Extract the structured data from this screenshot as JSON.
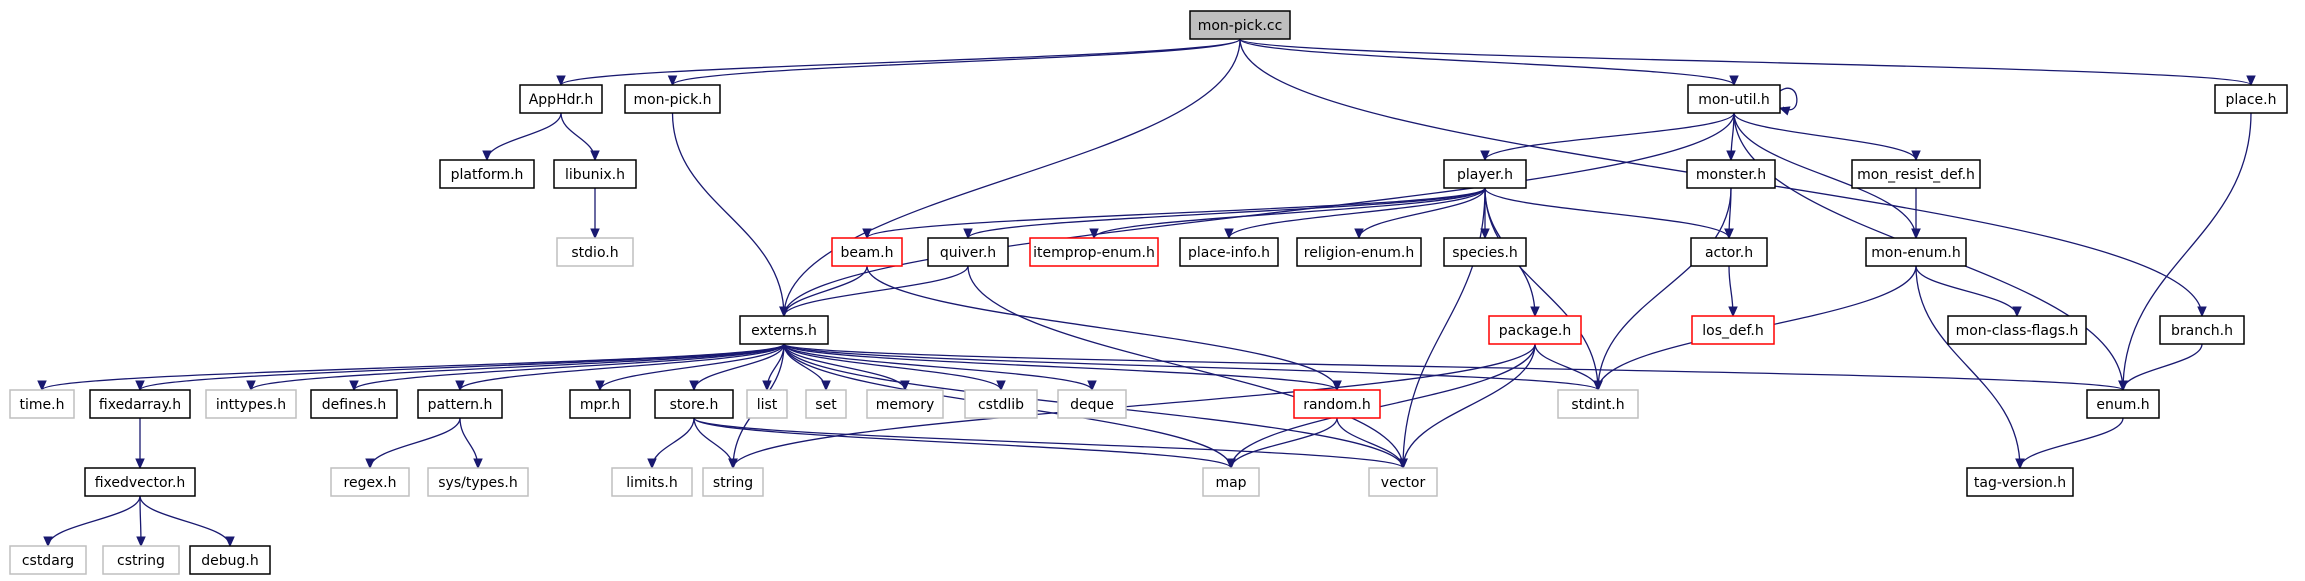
{
  "colors": {
    "edge": "#191970",
    "node_border": "#000000",
    "root_fill": "#bfbfbf",
    "external_border": "#bfbfbf",
    "truncated_border": "#ff0000"
  },
  "nodes": {
    "mon_pick_cc": "mon-pick.cc",
    "apphdr_h": "AppHdr.h",
    "mon_pick_h": "mon-pick.h",
    "mon_util_h": "mon-util.h",
    "place_h": "place.h",
    "platform_h": "platform.h",
    "libunix_h": "libunix.h",
    "stdio_h": "stdio.h",
    "player_h": "player.h",
    "monster_h": "monster.h",
    "mon_resist_def_h": "mon_resist_def.h",
    "beam_h": "beam.h",
    "quiver_h": "quiver.h",
    "itemprop_enum_h": "itemprop-enum.h",
    "place_info_h": "place-info.h",
    "religion_enum_h": "religion-enum.h",
    "species_h": "species.h",
    "actor_h": "actor.h",
    "mon_enum_h": "mon-enum.h",
    "externs_h": "externs.h",
    "package_h": "package.h",
    "los_def_h": "los_def.h",
    "mon_class_flags_h": "mon-class-flags.h",
    "branch_h": "branch.h",
    "time_h": "time.h",
    "fixedarray_h": "fixedarray.h",
    "inttypes_h": "inttypes.h",
    "defines_h": "defines.h",
    "pattern_h": "pattern.h",
    "mpr_h": "mpr.h",
    "store_h": "store.h",
    "list": "list",
    "set": "set",
    "memory": "memory",
    "cstdlib": "cstdlib",
    "deque": "deque",
    "random_h": "random.h",
    "stdint_h": "stdint.h",
    "enum_h": "enum.h",
    "fixedvector_h": "fixedvector.h",
    "regex_h": "regex.h",
    "sys_types_h": "sys/types.h",
    "limits_h": "limits.h",
    "string": "string",
    "map": "map",
    "vector": "vector",
    "tag_version_h": "tag-version.h",
    "cstdarg": "cstdarg",
    "cstring": "cstring",
    "debug_h": "debug.h"
  }
}
